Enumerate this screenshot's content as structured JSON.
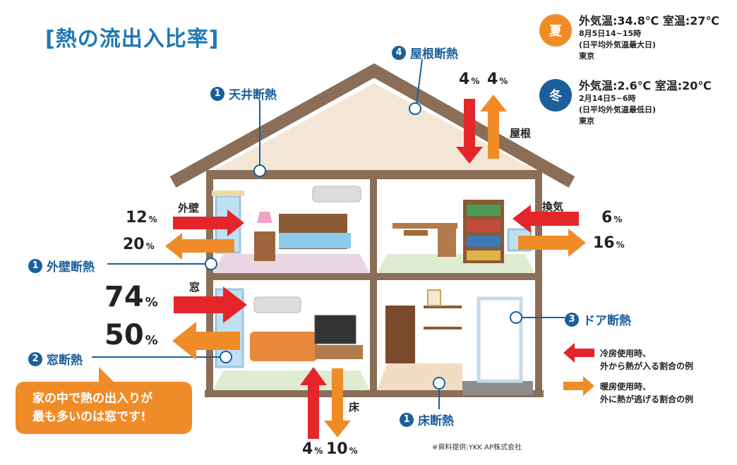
{
  "title": "[熱の流出入比率]",
  "labels": {
    "ceiling": "天井断熱",
    "roof": "屋根断熱",
    "wall": "外壁断熱",
    "window": "窓断熱",
    "door": "ドア断熱",
    "floor": "床断熱",
    "ceiling_num": "1",
    "roof_num": "4",
    "wall_num": "1",
    "window_num": "2",
    "door_num": "3",
    "floor_num": "1"
  },
  "categories": {
    "roof": "屋根",
    "outer_wall": "外壁",
    "ventilation": "換気",
    "window": "窓",
    "floor": "床"
  },
  "flows": {
    "roof_in": "4",
    "roof_out": "4",
    "wall_in": "12",
    "wall_out": "20",
    "vent_in": "6",
    "vent_out": "16",
    "window_in": "74",
    "window_out": "50",
    "floor_in": "4",
    "floor_out": "10",
    "unit": "%"
  },
  "summer": {
    "badge": "夏",
    "main": "外気温:34.8℃ 室温:27℃",
    "date": "8月5日14~15時",
    "note": "(日平均外気温最大日)",
    "place": "東京",
    "color": "#f08c28"
  },
  "winter": {
    "badge": "冬",
    "main": "外気温:2.6℃ 室温:20℃",
    "date": "2月14日5~6時",
    "note": "(日平均外気温最低日)",
    "place": "東京",
    "color": "#1a5f9c"
  },
  "callout": {
    "line1": "家の中で熱の出入りが",
    "line2": "最も多いのは窓です!"
  },
  "legend": {
    "cooling_1": "冷房使用時、",
    "cooling_2": "外から熱が入る割合の例",
    "heating_1": "暖房使用時、",
    "heating_2": "外に熱が逃げる割合の例"
  },
  "credit": "※資料提供:YKK AP株式会社",
  "colors": {
    "in_arrow": "#e4262a",
    "out_arrow": "#f08c28",
    "label_blue": "#1a5f9c",
    "roof_brown": "#8a6e58"
  }
}
